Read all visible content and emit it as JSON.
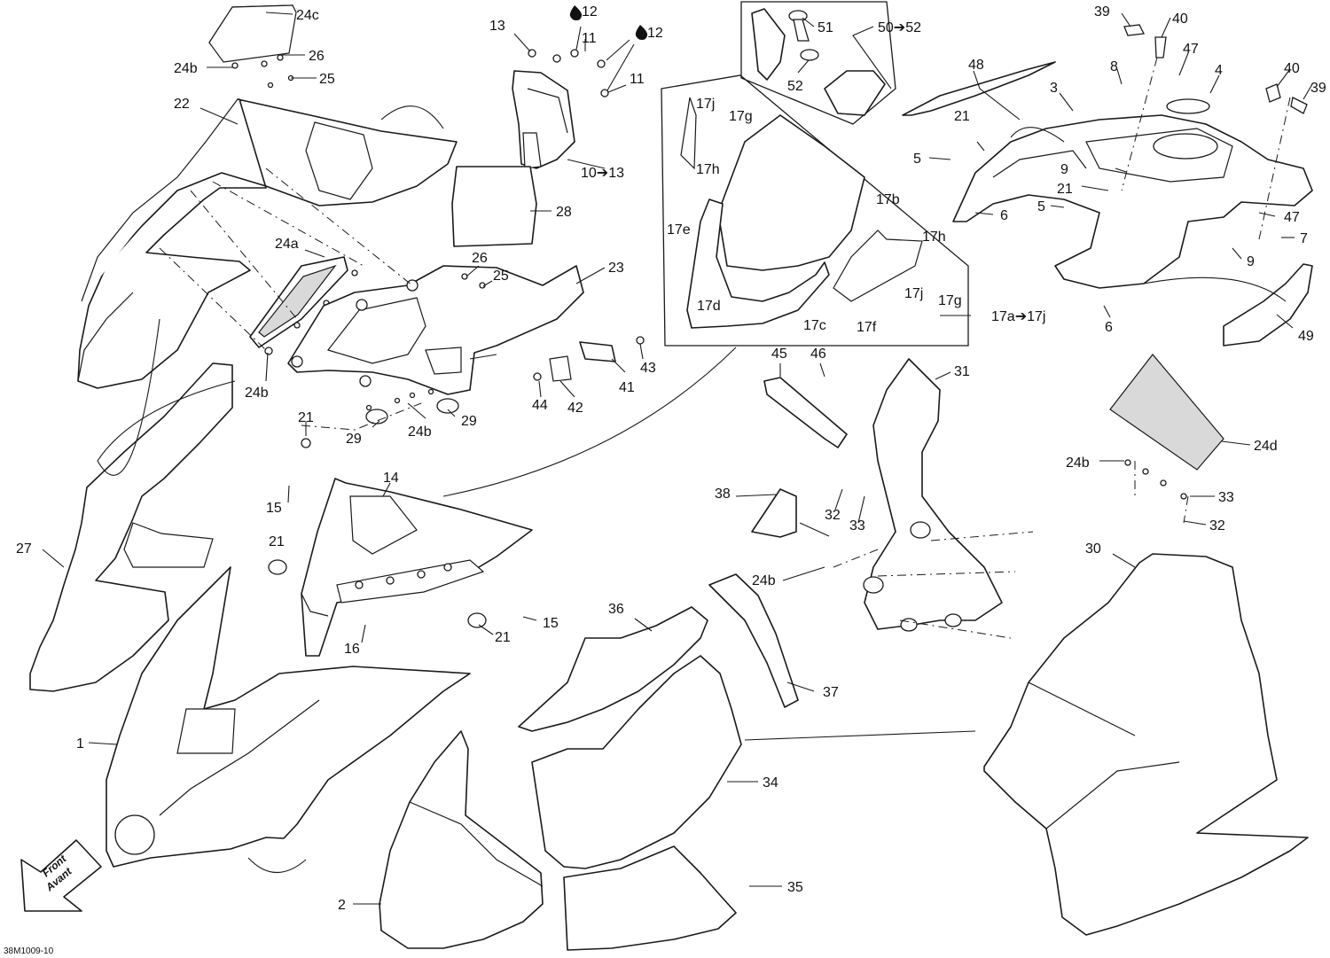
{
  "diagram": {
    "ref_code": "38M1009-10",
    "front_arrow": {
      "line1": "Front",
      "line2": "Avant",
      "icon": "front-direction-arrow-icon"
    },
    "callouts": [
      {
        "id": "c-24c",
        "text": "24c"
      },
      {
        "id": "c-26a",
        "text": "26"
      },
      {
        "id": "c-24b-top",
        "text": "24b"
      },
      {
        "id": "c-25a",
        "text": "25"
      },
      {
        "id": "c-22",
        "text": "22"
      },
      {
        "id": "c-13",
        "text": "13"
      },
      {
        "id": "c-12a",
        "text": "12"
      },
      {
        "id": "c-11a",
        "text": "11"
      },
      {
        "id": "c-12b",
        "text": "12"
      },
      {
        "id": "c-11b",
        "text": "11"
      },
      {
        "id": "c-10-13",
        "text": "10➔13"
      },
      {
        "id": "c-28",
        "text": "28"
      },
      {
        "id": "c-24a",
        "text": "24a"
      },
      {
        "id": "c-26b",
        "text": "26"
      },
      {
        "id": "c-25b",
        "text": "25"
      },
      {
        "id": "c-23",
        "text": "23"
      },
      {
        "id": "c-24b-mid",
        "text": "24b"
      },
      {
        "id": "c-29a",
        "text": "29"
      },
      {
        "id": "c-24b-mid2",
        "text": "24b"
      },
      {
        "id": "c-29b",
        "text": "29"
      },
      {
        "id": "c-41",
        "text": "41"
      },
      {
        "id": "c-43",
        "text": "43"
      },
      {
        "id": "c-44",
        "text": "44"
      },
      {
        "id": "c-42",
        "text": "42"
      },
      {
        "id": "c-51",
        "text": "51"
      },
      {
        "id": "c-50-52",
        "text": "50➔52"
      },
      {
        "id": "c-52",
        "text": "52"
      },
      {
        "id": "c-17j-a",
        "text": "17j"
      },
      {
        "id": "c-17g-a",
        "text": "17g"
      },
      {
        "id": "c-17h-a",
        "text": "17h"
      },
      {
        "id": "c-17b",
        "text": "17b"
      },
      {
        "id": "c-17e",
        "text": "17e"
      },
      {
        "id": "c-17h-b",
        "text": "17h"
      },
      {
        "id": "c-17j-b",
        "text": "17j"
      },
      {
        "id": "c-17g-b",
        "text": "17g"
      },
      {
        "id": "c-17d",
        "text": "17d"
      },
      {
        "id": "c-17c",
        "text": "17c"
      },
      {
        "id": "c-17f",
        "text": "17f"
      },
      {
        "id": "c-17a-17j",
        "text": "17a➔17j"
      },
      {
        "id": "c-39a",
        "text": "39"
      },
      {
        "id": "c-40a",
        "text": "40"
      },
      {
        "id": "c-48",
        "text": "48"
      },
      {
        "id": "c-8",
        "text": "8"
      },
      {
        "id": "c-47a",
        "text": "47"
      },
      {
        "id": "c-3",
        "text": "3"
      },
      {
        "id": "c-4",
        "text": "4"
      },
      {
        "id": "c-40b",
        "text": "40"
      },
      {
        "id": "c-39b",
        "text": "39"
      },
      {
        "id": "c-21a",
        "text": "21"
      },
      {
        "id": "c-5a",
        "text": "5"
      },
      {
        "id": "c-9a",
        "text": "9"
      },
      {
        "id": "c-21b",
        "text": "21"
      },
      {
        "id": "c-5b",
        "text": "5"
      },
      {
        "id": "c-6a",
        "text": "6"
      },
      {
        "id": "c-47b",
        "text": "47"
      },
      {
        "id": "c-7",
        "text": "7"
      },
      {
        "id": "c-9b",
        "text": "9"
      },
      {
        "id": "c-6b",
        "text": "6"
      },
      {
        "id": "c-49",
        "text": "49"
      },
      {
        "id": "c-45",
        "text": "45"
      },
      {
        "id": "c-46",
        "text": "46"
      },
      {
        "id": "c-31",
        "text": "31"
      },
      {
        "id": "c-24d",
        "text": "24d"
      },
      {
        "id": "c-24b-right",
        "text": "24b"
      },
      {
        "id": "c-33a",
        "text": "33"
      },
      {
        "id": "c-32a",
        "text": "32"
      },
      {
        "id": "c-21c",
        "text": "21"
      },
      {
        "id": "c-14",
        "text": "14"
      },
      {
        "id": "c-15a",
        "text": "15"
      },
      {
        "id": "c-21d",
        "text": "21"
      },
      {
        "id": "c-38",
        "text": "38"
      },
      {
        "id": "c-32b",
        "text": "32"
      },
      {
        "id": "c-33b",
        "text": "33"
      },
      {
        "id": "c-24b-lower",
        "text": "24b"
      },
      {
        "id": "c-30",
        "text": "30"
      },
      {
        "id": "c-27",
        "text": "27"
      },
      {
        "id": "c-15b",
        "text": "15"
      },
      {
        "id": "c-16",
        "text": "16"
      },
      {
        "id": "c-21e",
        "text": "21"
      },
      {
        "id": "c-36",
        "text": "36"
      },
      {
        "id": "c-37",
        "text": "37"
      },
      {
        "id": "c-1",
        "text": "1"
      },
      {
        "id": "c-34",
        "text": "34"
      },
      {
        "id": "c-35",
        "text": "35"
      },
      {
        "id": "c-2",
        "text": "2"
      }
    ]
  }
}
